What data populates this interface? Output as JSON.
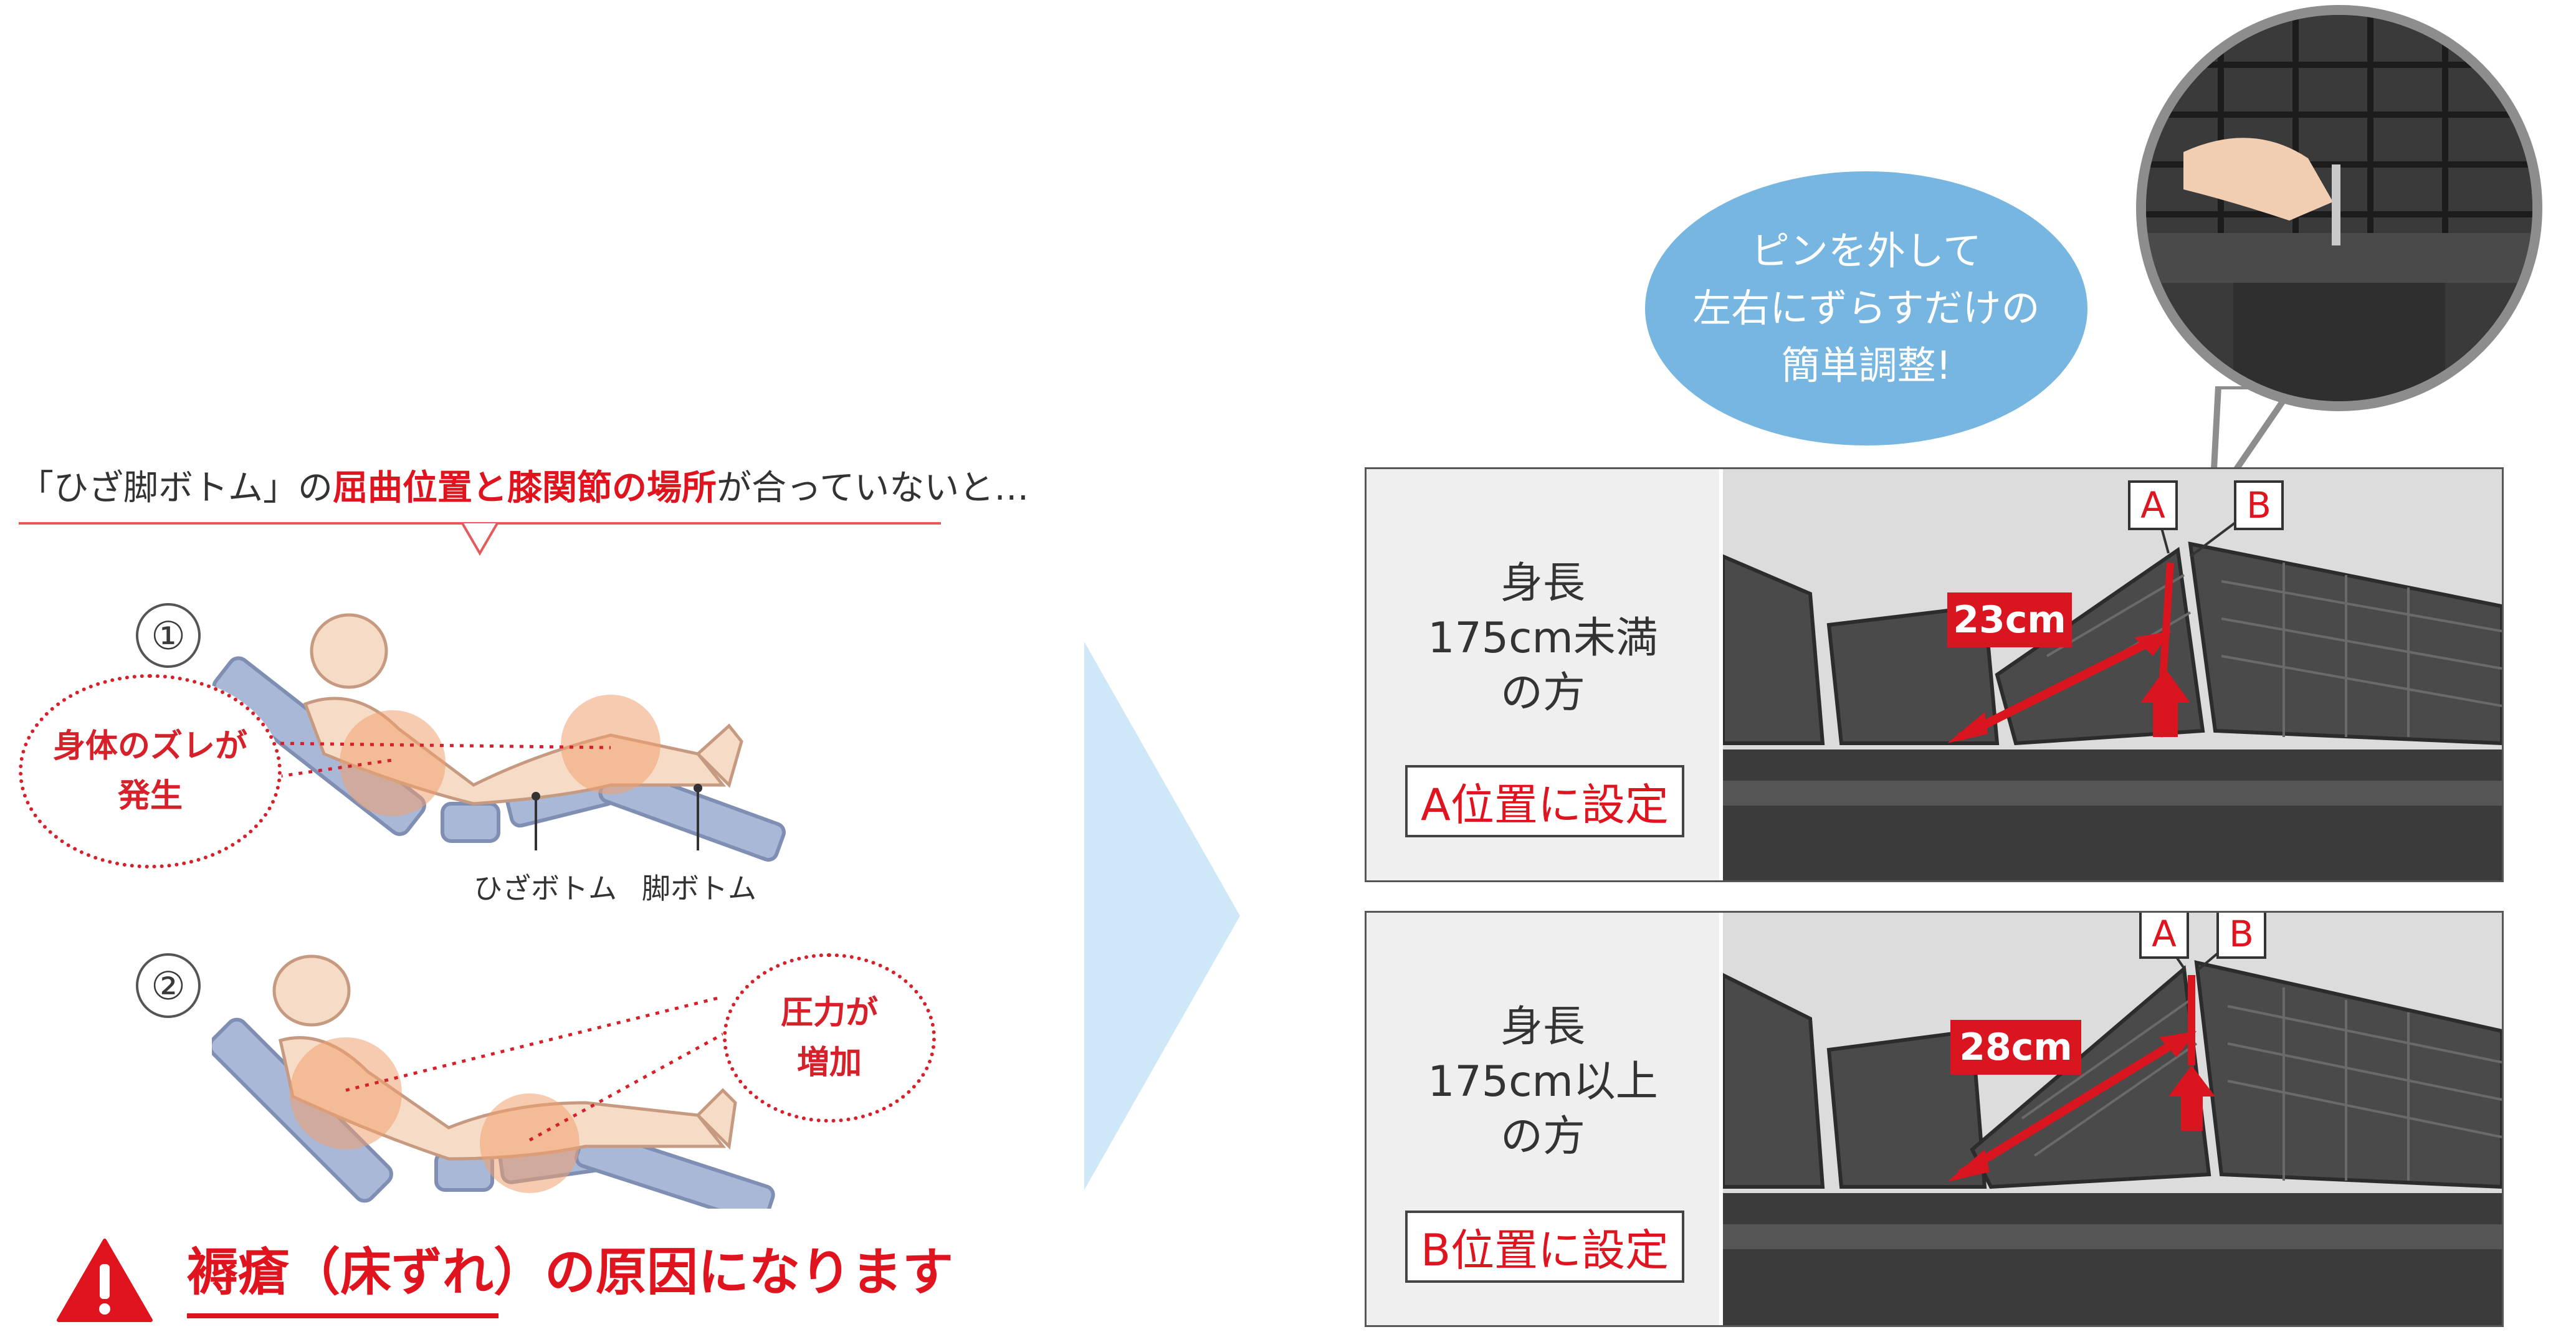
{
  "left": {
    "headline": {
      "part1": "「ひざ脚ボトム」の",
      "highlight": "屈曲位置と膝関節の場所",
      "part2": "が合っていないと…"
    },
    "step1": {
      "number": "①",
      "callout": [
        "身体のズレが",
        "発生"
      ],
      "label_knee": "ひざボトム",
      "label_leg": "脚ボトム"
    },
    "step2": {
      "number": "②",
      "callout": [
        "圧力が",
        "増加"
      ]
    },
    "warning": {
      "icon": "warning-triangle-icon",
      "text": "褥瘡（床ずれ）の原因になります"
    }
  },
  "bubble": {
    "lines": [
      "ピンを外して",
      "左右にずらすだけの",
      "簡単調整!"
    ]
  },
  "panels": [
    {
      "height_lines": [
        "身長",
        "175cm未満",
        "の方"
      ],
      "setting": "A位置に設定",
      "measure": "23cm",
      "marker_a": "A",
      "marker_b": "B"
    },
    {
      "height_lines": [
        "身長",
        "175cm以上",
        "の方"
      ],
      "setting": "B位置に設定",
      "measure": "28cm",
      "marker_a": "A",
      "marker_b": "B"
    }
  ],
  "colors": {
    "accent_red": "#e0141e",
    "bubble_blue": "#76b6e0",
    "arrow_blue": "#cfe8f8",
    "bottom_blue": "#a9b8d6"
  }
}
